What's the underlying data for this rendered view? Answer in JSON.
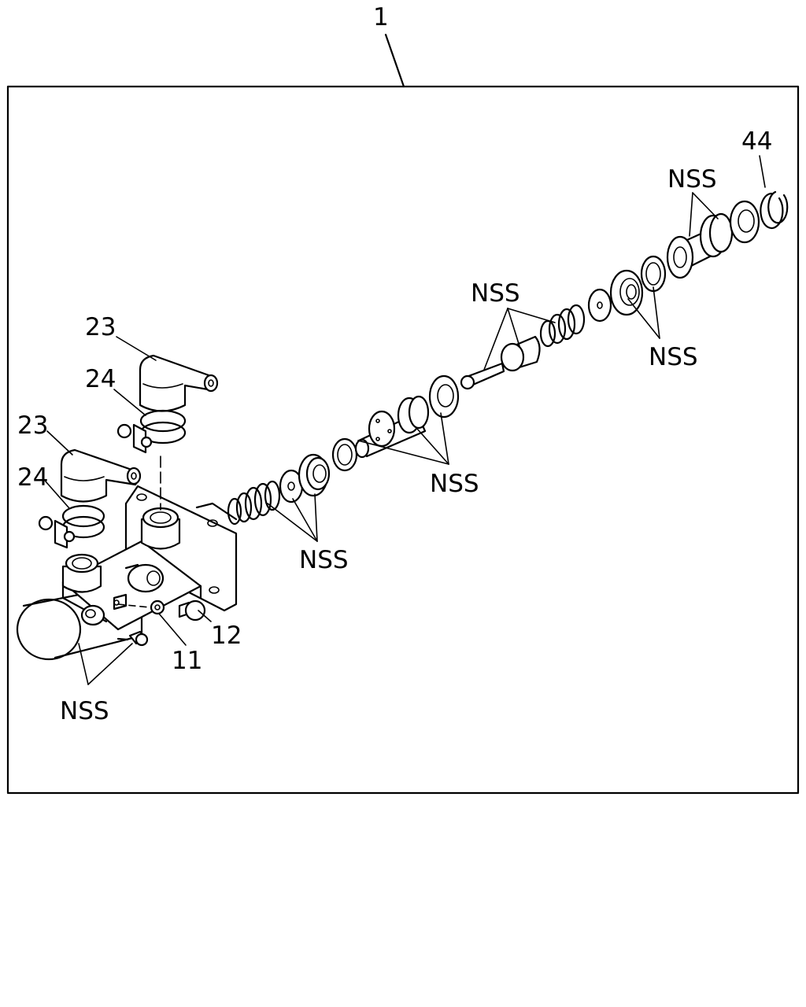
{
  "labels": {
    "assembly": "1",
    "l23a": "23",
    "l24a": "24",
    "l23b": "23",
    "l24b": "24",
    "l11": "11",
    "l12": "12",
    "l44": "44",
    "nss_top_right": "NSS",
    "nss_right": "NSS",
    "nss_middle_top": "NSS",
    "nss_middle": "NSS",
    "nss_left": "NSS",
    "nss_bottom": "NSS"
  }
}
